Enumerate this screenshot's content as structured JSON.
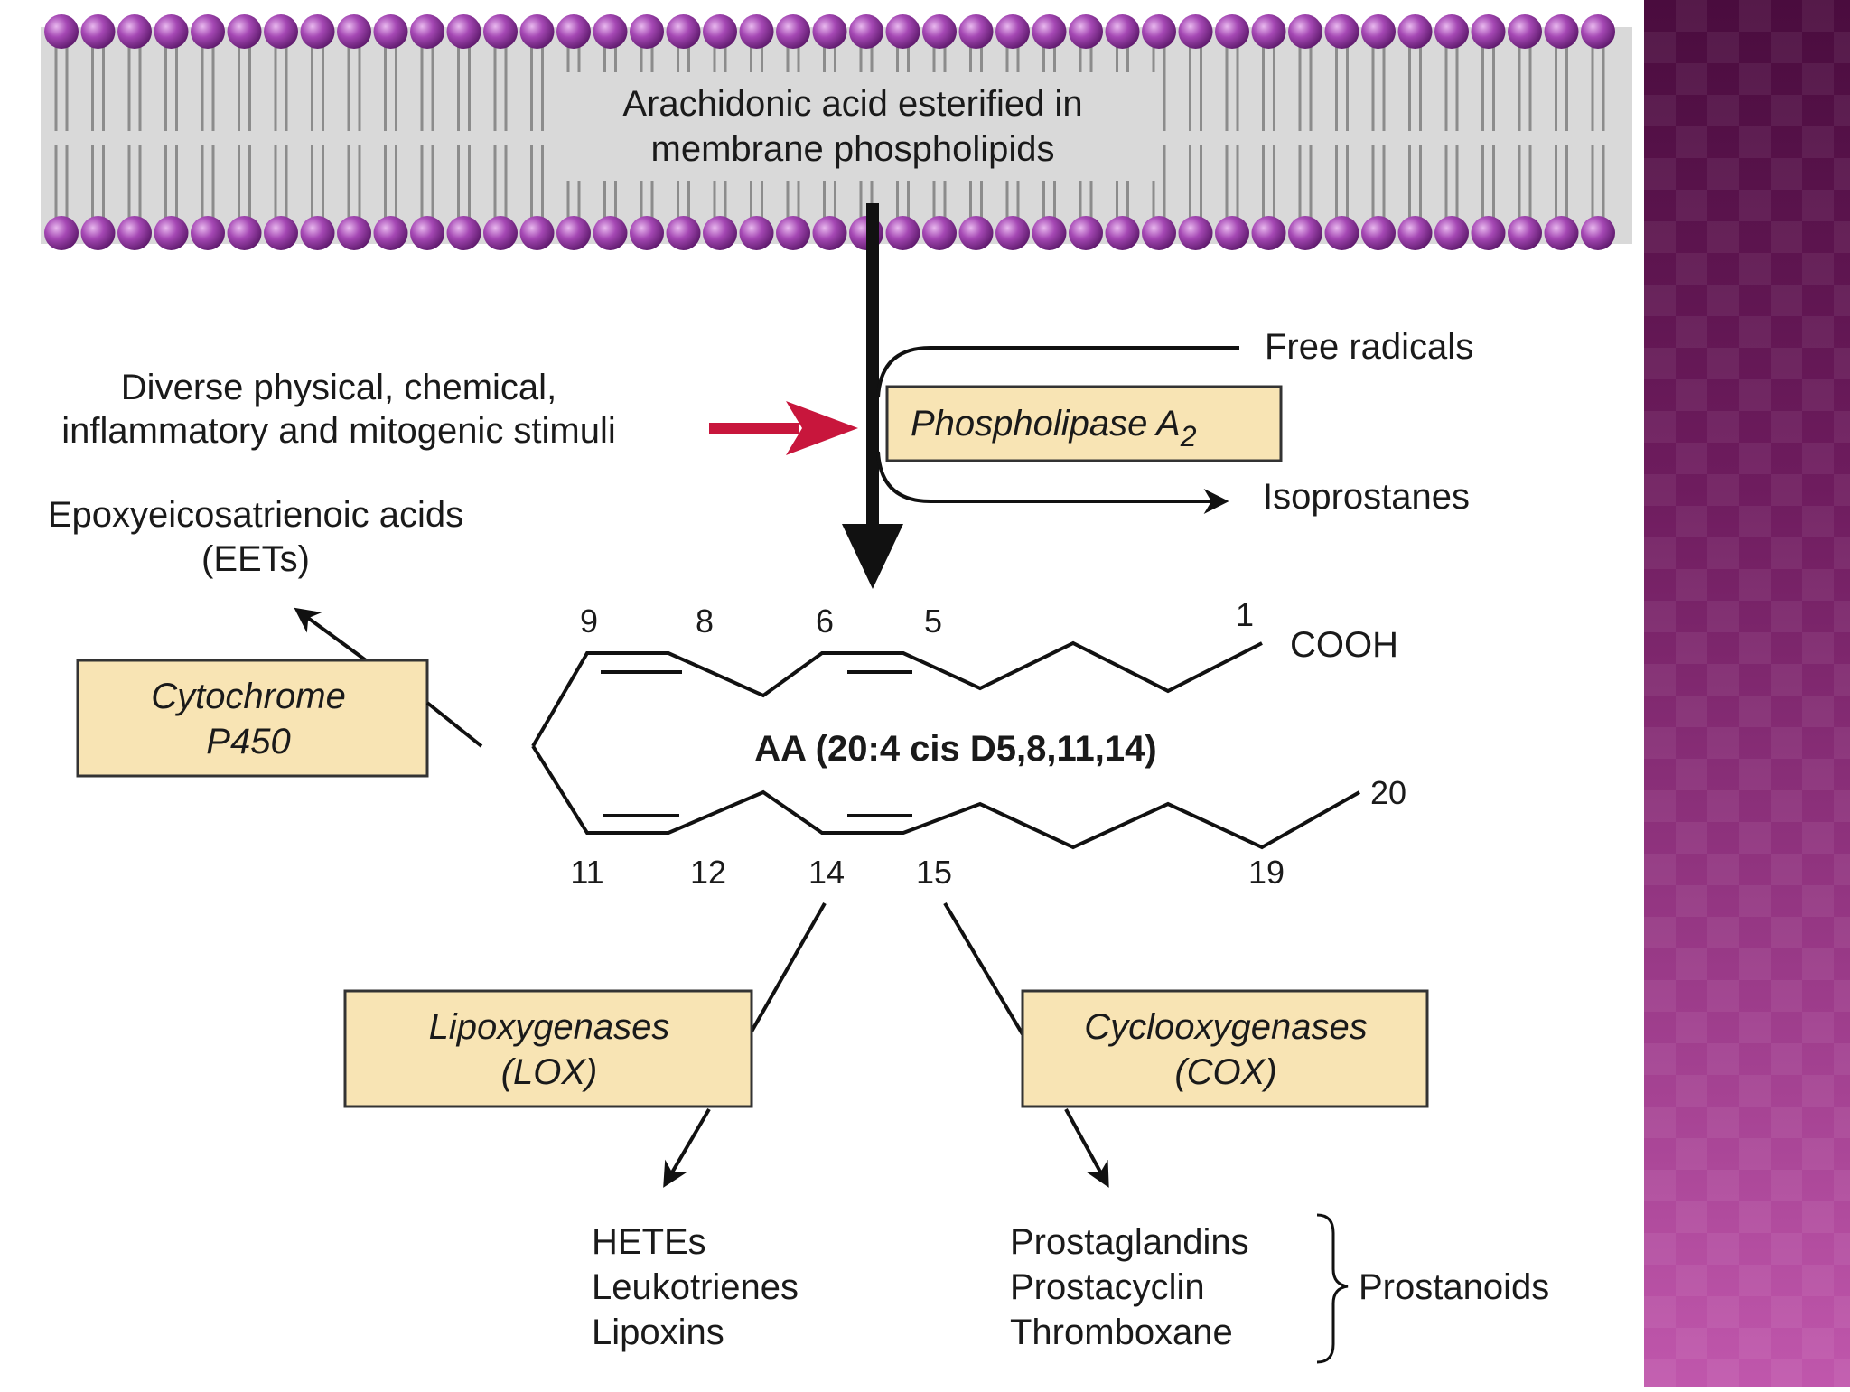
{
  "membrane": {
    "label_line1": "Arachidonic acid esterified in",
    "label_line2": "membrane phospholipids"
  },
  "stimuli": {
    "line1": "Diverse physical, chemical,",
    "line2": "inflammatory and mitogenic stimuli"
  },
  "phospholipase": {
    "name": "Phospholipase A",
    "subscript": "2"
  },
  "free_radicals": "Free radicals",
  "isoprostanes": "Isoprostanes",
  "eets": {
    "line1": "Epoxyeicosatrienoic acids",
    "line2": "(EETs)"
  },
  "cytochrome": {
    "line1": "Cytochrome",
    "line2": "P450"
  },
  "aa_label": "AA (20:4 cis D5,8,11,14)",
  "cooh": "COOH",
  "carbon_numbers": {
    "c9": "9",
    "c8": "8",
    "c6": "6",
    "c5": "5",
    "c1": "1",
    "c11": "11",
    "c12": "12",
    "c14": "14",
    "c15": "15",
    "c19": "19",
    "c20": "20"
  },
  "lox": {
    "line1": "Lipoxygenases",
    "line2": "(LOX)"
  },
  "cox": {
    "line1": "Cyclooxygenases",
    "line2": "(COX)"
  },
  "lox_products": [
    "HETEs",
    "Leukotrienes",
    "Lipoxins"
  ],
  "cox_products": [
    "Prostaglandins",
    "Prostacyclin",
    "Thromboxane"
  ],
  "prostanoids": "Prostanoids",
  "colors": {
    "membrane_bg": "#d8d8d8",
    "phospholipid_head": "#8e3a9c",
    "enzyme_box": "#f8e4b4",
    "stimulus_arrow": "#c8163c",
    "side_panel": "#7a2268"
  }
}
